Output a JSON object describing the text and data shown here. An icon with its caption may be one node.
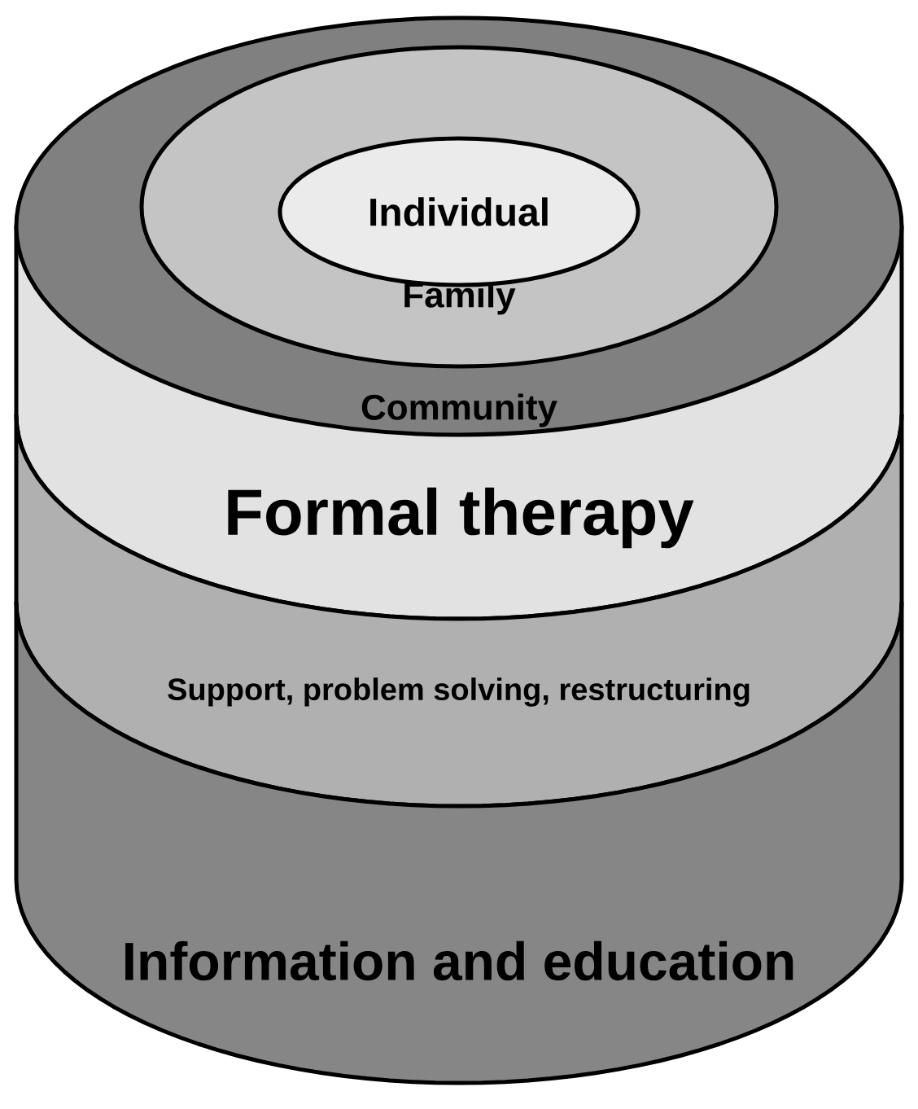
{
  "diagram": {
    "nodes": [
      {
        "text": [
          "Community"
        ]
      },
      {
        "text": [
          "Family"
        ],
        "in": 0
      },
      {
        "text": [
          "Individual"
        ],
        "in": 1
      },
      {
        "text": [
          "Formal therapy"
        ]
      },
      {
        "text": [
          "Support, problem solving, restructuring"
        ]
      },
      {
        "text": [
          "Information and education"
        ]
      }
    ]
  }
}
